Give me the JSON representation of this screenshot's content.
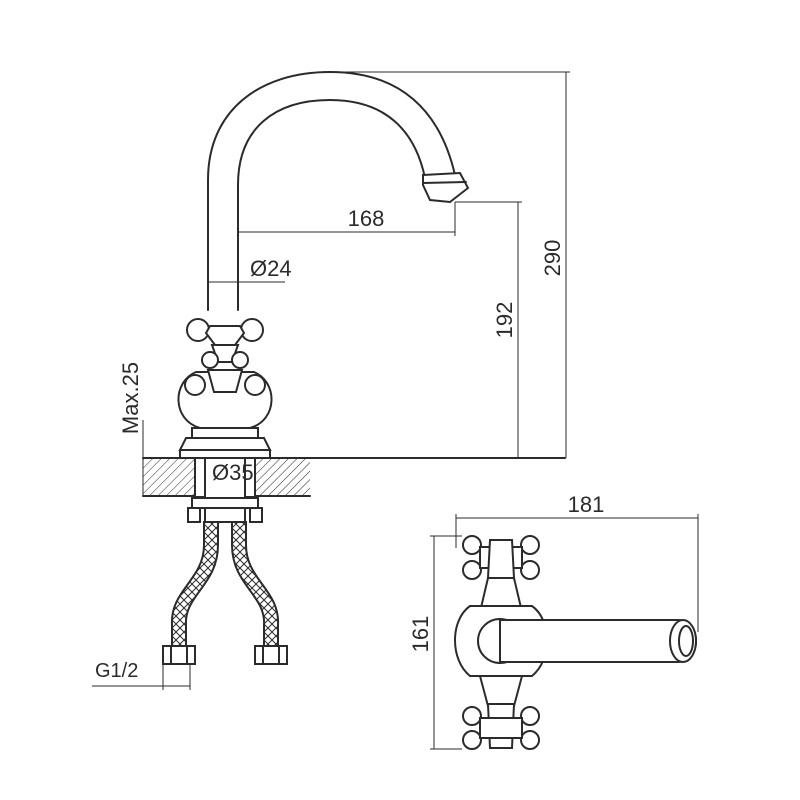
{
  "dimensions": {
    "spout_reach": "168",
    "total_height": "290",
    "spout_height": "192",
    "spout_diameter": "Ø24",
    "hole_diameter": "Ø35",
    "max_thickness": "Max.25",
    "connection": "G1/2",
    "top_width": "181",
    "top_depth": "161"
  },
  "colors": {
    "stroke": "#2b2b2b",
    "background": "#ffffff"
  }
}
